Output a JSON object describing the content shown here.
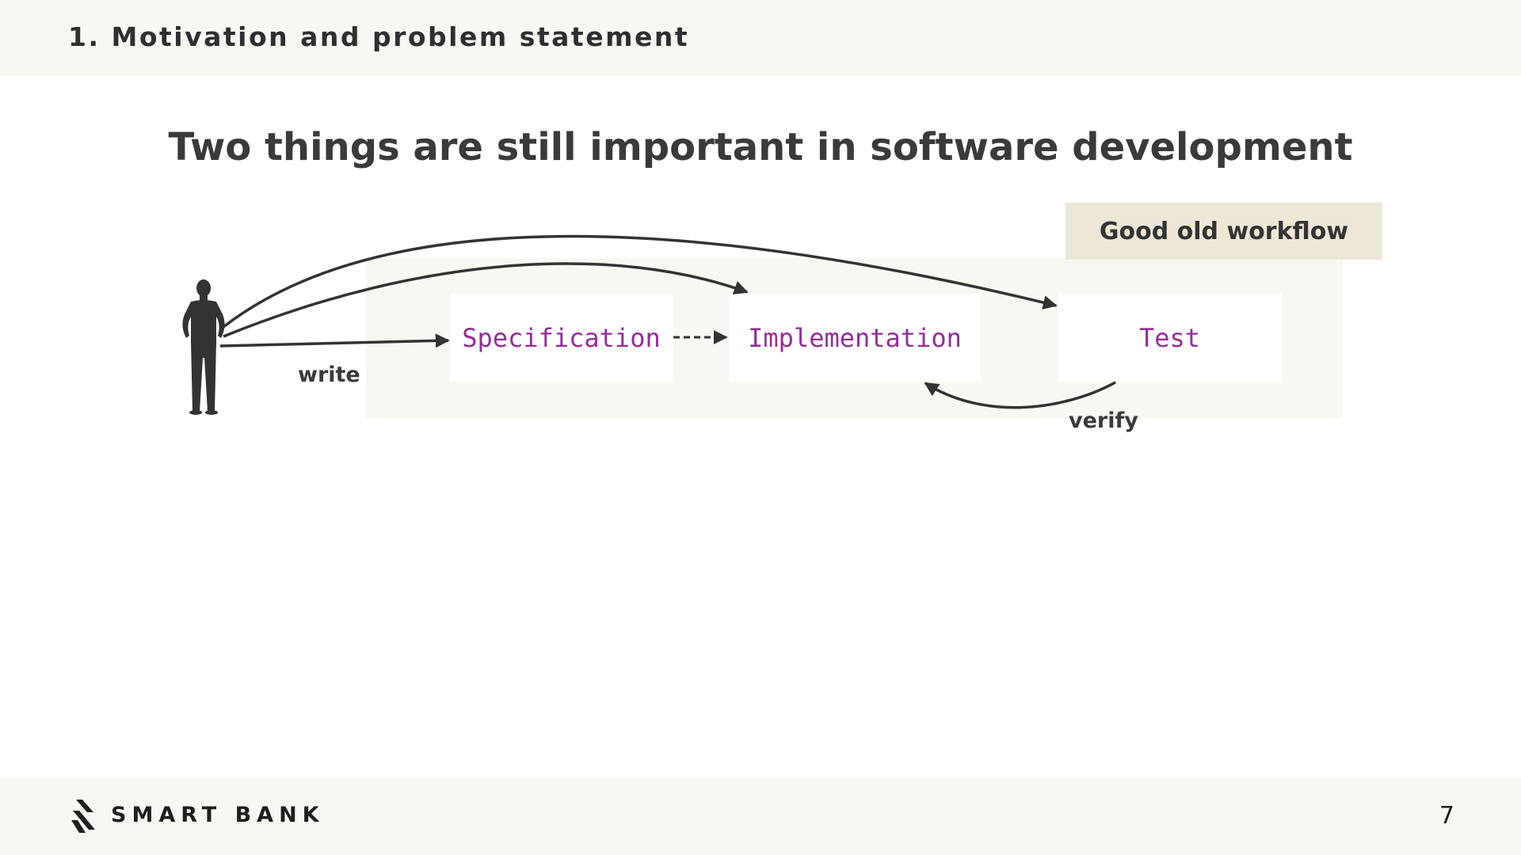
{
  "header": {
    "section_title": "1. Motivation and problem statement"
  },
  "slide": {
    "title": "Two things are still important in software development"
  },
  "diagram": {
    "workflow_tag": "Good old workflow",
    "nodes": {
      "specification": "Specification",
      "implementation": "Implementation",
      "test": "Test"
    },
    "edge_labels": {
      "write": "write",
      "verify": "verify"
    },
    "actor_icon": "person-silhouette-icon",
    "colors": {
      "node_text": "#952d9a",
      "workflow_area": "#f8f7f2",
      "workflow_tag": "#ede7d7",
      "arrows": "#333333"
    }
  },
  "footer": {
    "logo_text": "SMART BANK",
    "logo_icon": "smartbank-logo-icon",
    "page_number": "7"
  }
}
